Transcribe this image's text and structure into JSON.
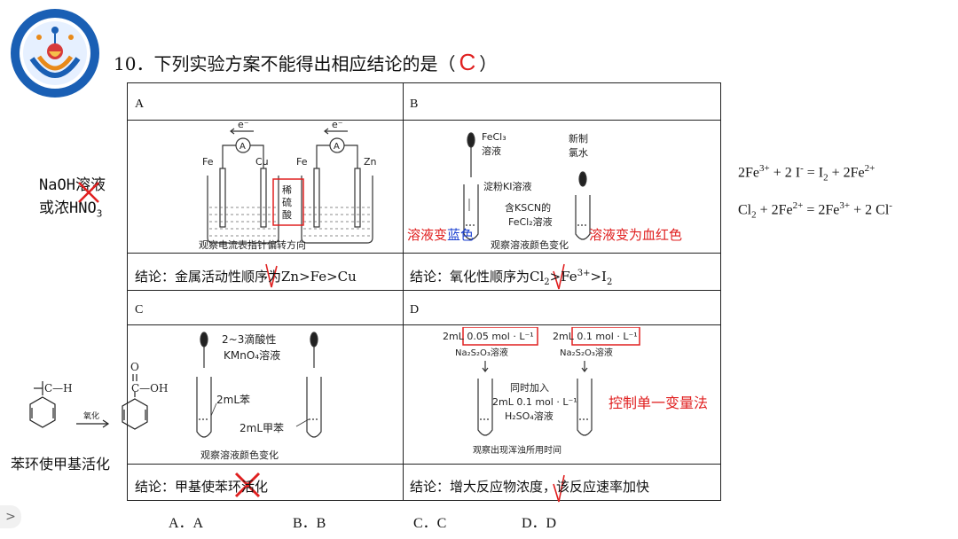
{
  "logo": {
    "icon": "school-emblem-icon"
  },
  "question": {
    "number": "10．",
    "text": "下列实验方案不能得出相应结论的是（",
    "answer": "C",
    "close": "）"
  },
  "cells": {
    "a": {
      "label": "A",
      "figure": {
        "e1": "e⁻",
        "meter1": "A",
        "e2": "e⁻",
        "meter2": "A",
        "fe1": "Fe",
        "cu": "Cu",
        "fe2": "Fe",
        "zn": "Zn",
        "acid": [
          "稀",
          "硫",
          "酸"
        ],
        "caption": "观察电流表指针偏转方向"
      },
      "conclusion": "结论：金属活动性顺序为Zn>Fe>Cu"
    },
    "b": {
      "label": "B",
      "figure": {
        "fecl3": "FeCl₃",
        "fecl3_2": "溶液",
        "new": "新制",
        "cl_water": "氯水",
        "ki": "淀粉KI溶液",
        "kscn1": "含KSCN的",
        "kscn2": "FeCl₂溶液",
        "caption": "观察溶液颜色变化"
      },
      "note_left_1": "溶液变",
      "note_left_2": "蓝色",
      "note_right": "溶液变为血红色",
      "conclusion_prefix": "结论：氧化性顺序为Cl",
      "conclusion_sub": "2",
      "conclusion_mid": ">Fe",
      "conclusion_sup": "3+",
      "conclusion_end": ">I",
      "conclusion_sub2": "2"
    },
    "c": {
      "label": "C",
      "figure": {
        "drops": "2~3滴酸性",
        "kmno4": "KMnO₄溶液",
        "benzene": "2mL苯",
        "toluene": "2mL甲苯",
        "caption": "观察溶液颜色变化"
      },
      "conclusion": "结论：甲基使苯环活化"
    },
    "d": {
      "label": "D",
      "figure": {
        "c1": "2mL 0.05 mol · L⁻¹",
        "c2": "2mL 0.1 mol · L⁻¹",
        "s1": "Na₂S₂O₃溶液",
        "s2": "Na₂S₂O₃溶液",
        "add1": "同时加入",
        "add2": "2mL 0.1 mol · L⁻¹",
        "add3": "H₂SO₄溶液",
        "caption": "观察出现浑浊所用时间"
      },
      "note": "控制单一变量法",
      "conclusion": "结论：增大反应物浓度，该反应速率加快"
    }
  },
  "left_notes": {
    "line1": "NaOH溶液",
    "line2": "或浓HNO",
    "line2_sub": "3"
  },
  "structure": {
    "ch": "C—H",
    "oxid": "氧化",
    "o": "O",
    "coh": "C—OH",
    "caption": "苯环使甲基活化"
  },
  "equations": {
    "eq1": {
      "a": "2Fe",
      "a_sup": "3+",
      "b": " + 2 I",
      "b_sup": "-",
      "c": " = I",
      "c_sub": "2",
      "d": " + 2Fe",
      "d_sup": "2+"
    },
    "eq2": {
      "a": "Cl",
      "a_sub": "2",
      "b": " + 2Fe",
      "b_sup": "2+",
      "c": " = 2Fe",
      "c_sup": "3+",
      "d": "  + 2 Cl",
      "d_sup": "-"
    }
  },
  "options": [
    "A．A",
    "B．B",
    "C．C",
    "D．D"
  ],
  "nav": {
    "label": ">"
  },
  "colors": {
    "mark": "#e02020",
    "blue": "#1a3fd0"
  }
}
